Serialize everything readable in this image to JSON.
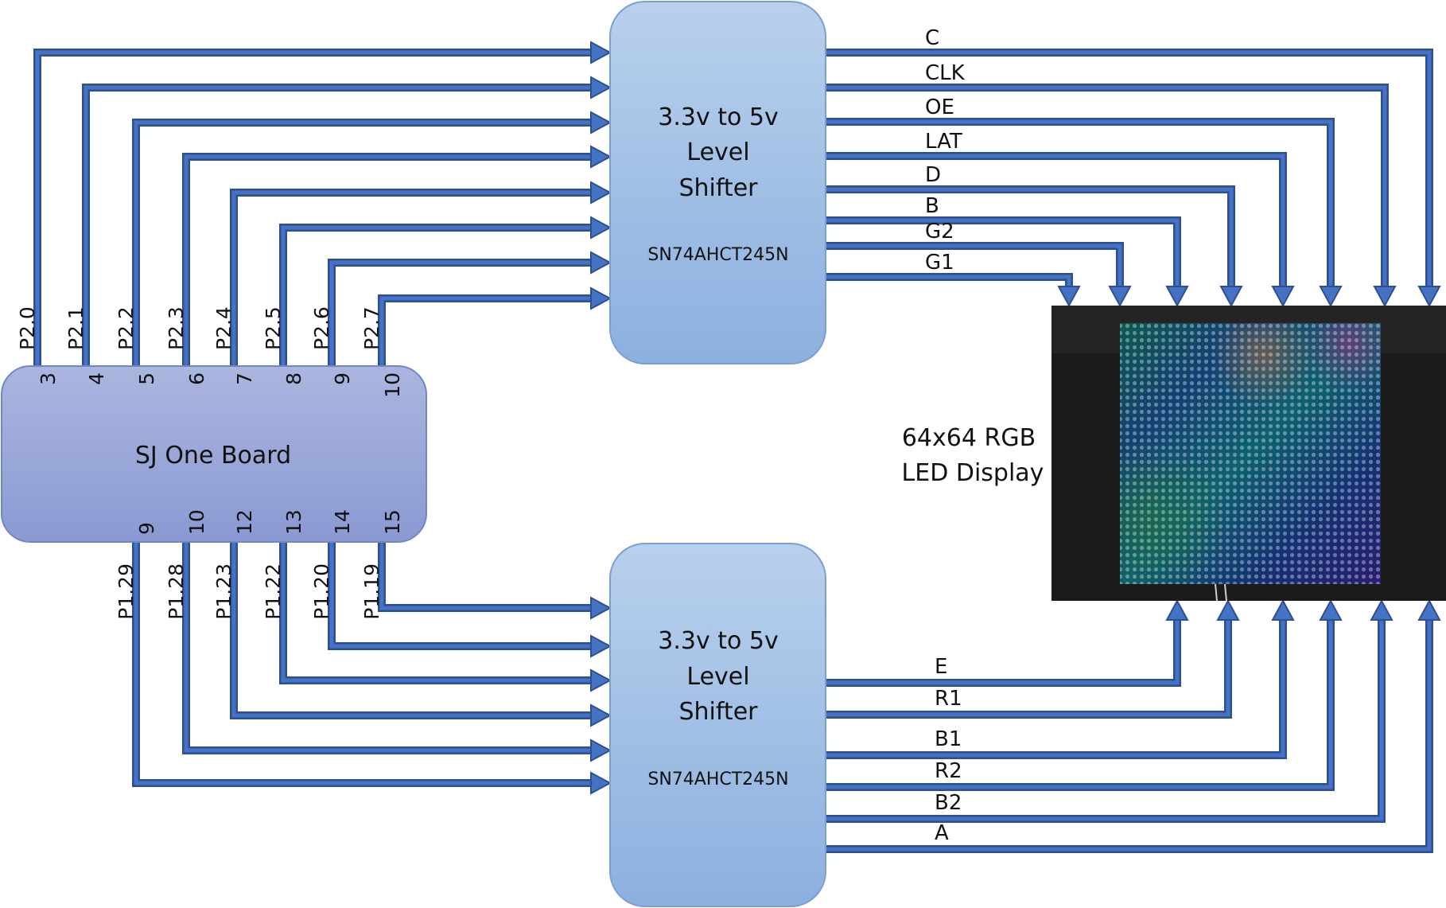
{
  "board": {
    "label": "SJ One Board"
  },
  "shifters": [
    {
      "title_lines": [
        "3.3v to 5v",
        "Level",
        "Shifter"
      ],
      "part": "SN74AHCT245N"
    },
    {
      "title_lines": [
        "3.3v to 5v",
        "Level",
        "Shifter"
      ],
      "part": "SN74AHCT245N"
    }
  ],
  "display": {
    "label_lines": [
      "64x64 RGB",
      "LED Display"
    ]
  },
  "top_pins": [
    {
      "port": "P2.0",
      "num": "3"
    },
    {
      "port": "P2.1",
      "num": "4"
    },
    {
      "port": "P2.2",
      "num": "5"
    },
    {
      "port": "P2.3",
      "num": "6"
    },
    {
      "port": "P2.4",
      "num": "7"
    },
    {
      "port": "P2.5",
      "num": "8"
    },
    {
      "port": "P2.6",
      "num": "9"
    },
    {
      "port": "P2.7",
      "num": "10"
    }
  ],
  "bottom_pins": [
    {
      "port": "P1.29",
      "num": "9"
    },
    {
      "port": "P1.28",
      "num": "10"
    },
    {
      "port": "P1.23",
      "num": "12"
    },
    {
      "port": "P1.22",
      "num": "13"
    },
    {
      "port": "P1.20",
      "num": "14"
    },
    {
      "port": "P1.19",
      "num": "15"
    }
  ],
  "top_signals": [
    "C",
    "CLK",
    "OE",
    "LAT",
    "D",
    "B",
    "G2",
    "G1"
  ],
  "bottom_signals": [
    "E",
    "R1",
    "B1",
    "R2",
    "B2",
    "A"
  ],
  "colors": {
    "wire_outline": "#2f4f8f",
    "wire_fill": "#4472c4",
    "shifter_top": "#b4cde9",
    "shifter_bottom": "#8fb3e0",
    "board_top": "#a9b5de",
    "board_bottom": "#8d9bd3",
    "box_stroke": "#6f8fc8"
  }
}
